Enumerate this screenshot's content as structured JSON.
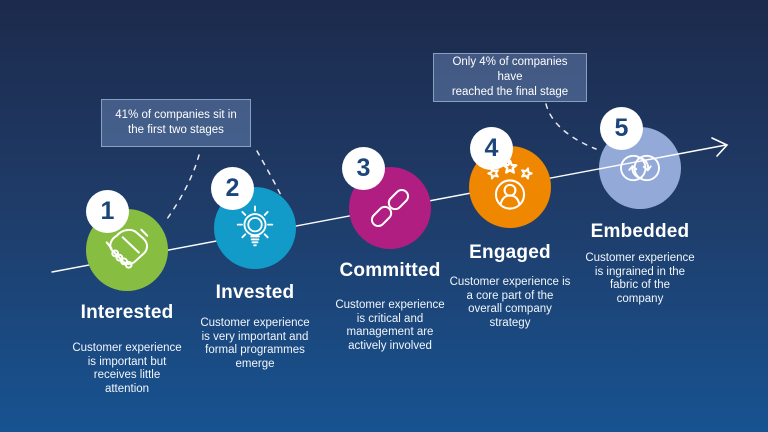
{
  "background": {
    "top_color": "#1c2a4c",
    "bottom_color": "#175391"
  },
  "arrow": {
    "color": "#ffffff"
  },
  "badge": {
    "bg": "#ffffff",
    "number_color": "#1c4679"
  },
  "callouts": [
    {
      "text": "41% of companies sit in\nthe first two stages"
    },
    {
      "text": "Only 4% of companies have\nreached the final stage"
    }
  ],
  "stages": [
    {
      "number": "1",
      "title": "Interested",
      "description": "Customer experience\nis important but\nreceives little\nattention",
      "color": "#87be41",
      "icon": "handshake-icon"
    },
    {
      "number": "2",
      "title": "Invested",
      "description": "Customer experience\nis very important and\nformal programmes\nemerge",
      "color": "#129bc8",
      "icon": "lightbulb-icon"
    },
    {
      "number": "3",
      "title": "Committed",
      "description": "Customer experience\nis critical and\nmanagement are\nactively involved",
      "color": "#b11e81",
      "icon": "chain-link-icon"
    },
    {
      "number": "4",
      "title": "Engaged",
      "description": "Customer experience is\na core part of the\noverall company\nstrategy",
      "color": "#f08700",
      "icon": "person-stars-icon"
    },
    {
      "number": "5",
      "title": "Embedded",
      "description": "Customer experience\nis ingrained in the\nfabric of the\ncompany",
      "color": "#93aad9",
      "icon": "cycle-icon"
    }
  ]
}
